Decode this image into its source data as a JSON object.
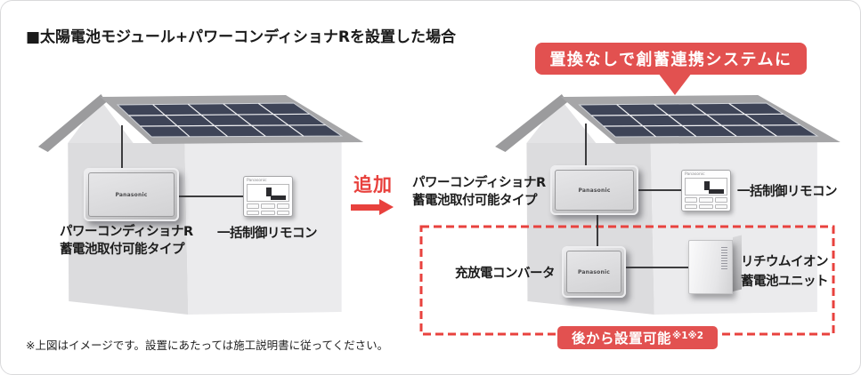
{
  "header": {
    "title": "■太陽電池モジュール+パワーコンディショナRを設置した場合"
  },
  "footnote": "※上図はイメージです。設置にあたっては施工説明書に従ってください。",
  "transition": {
    "label": "追加"
  },
  "callout": {
    "label": "置換なしで創蓄連携システムに"
  },
  "later_badge": {
    "label": "後から設置可能",
    "note": "※1※2"
  },
  "before": {
    "pc_label_line1": "パワーコンディショナR",
    "pc_label_line2": "蓄電池取付可能タイプ",
    "remote_label": "一括制御リモコン"
  },
  "after": {
    "pc_label_line1": "パワーコンディショナR",
    "pc_label_line2": "蓄電池取付可能タイプ",
    "remote_label": "一括制御リモコン",
    "converter_label": "充放電コンバータ",
    "battery_label_line1": "リチウムイオン",
    "battery_label_line2": "蓄電池ユニット"
  },
  "devices": {
    "brand": "Panasonic"
  },
  "colors": {
    "badge_red": "#e25150",
    "accent_red": "#e8413d",
    "solar_panel_navy": "#3e4457",
    "roof_gray": "#a6a6a8"
  }
}
